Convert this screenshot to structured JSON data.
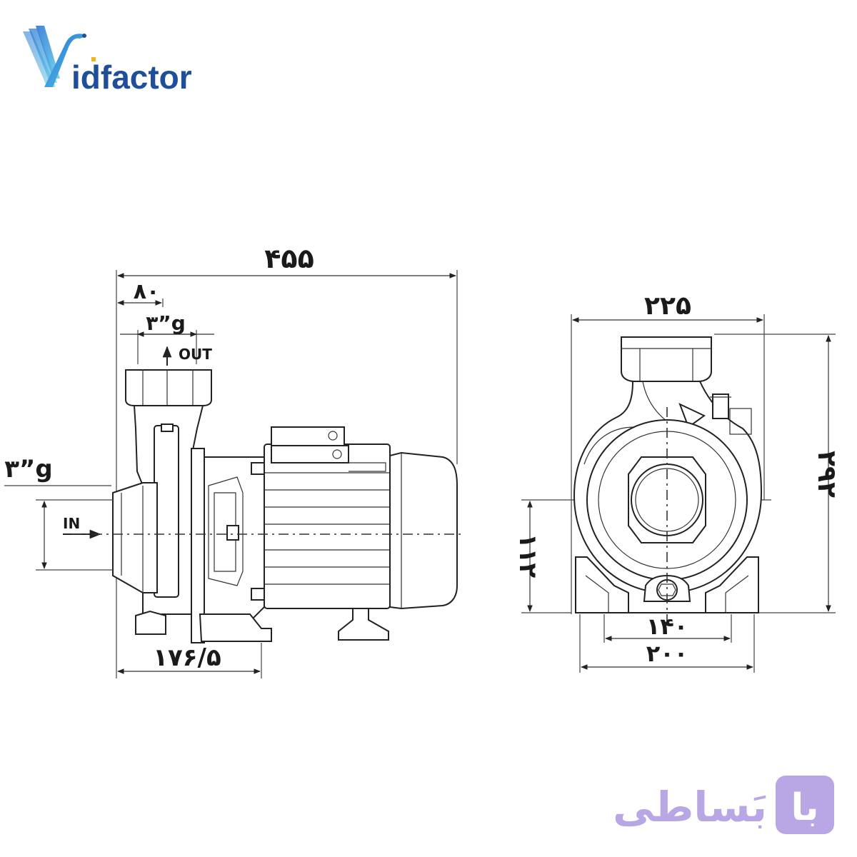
{
  "logo": {
    "wordmark": "Vidfactor",
    "colors": {
      "v_start": "#2b7fd6",
      "v_end": "#5fc8e8",
      "text": "#1f4e9a",
      "accent": "#f5b31a"
    }
  },
  "watermark": {
    "text": "با بَساطی",
    "badge_text": "با",
    "tail_text": "بَساطی",
    "color": "#b9a6e4"
  },
  "side_view": {
    "overall_length": "۴۵۵",
    "outlet_offset": "۸۰",
    "outlet_thread": "۳”g",
    "outlet_label": "OUT",
    "inlet_thread": "۳”g",
    "inlet_label": "IN",
    "base_length": "۱۷۶/۵"
  },
  "front_view": {
    "overall_width": "۲۲۵",
    "overall_height": "۲۹۲",
    "shaft_height": "۱۱۲",
    "foot_spacing": "۱۴۰",
    "base_width": "۲۰۰"
  }
}
